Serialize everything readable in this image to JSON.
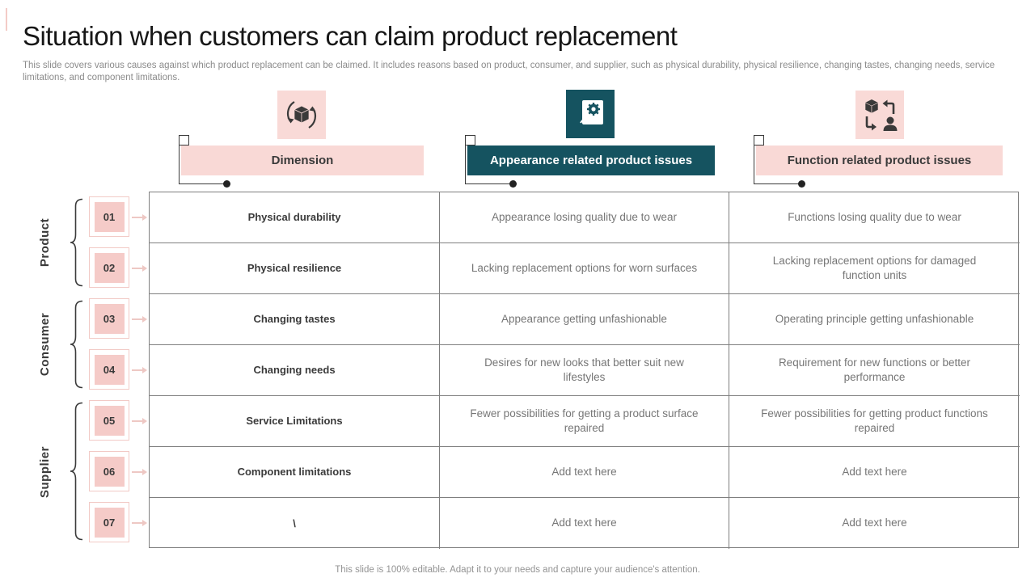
{
  "slide": {
    "title": "Situation when customers can claim product replacement",
    "subtitle": "This slide covers various causes against which product replacement can be claimed. It includes reasons based on product, consumer, and supplier, such as physical durability, physical resilience, changing tastes, changing needs, service limitations, and component limitations.",
    "footer": "This slide is 100% editable. Adapt it to your needs and capture your audience's attention."
  },
  "colors": {
    "pink": "#f9d9d6",
    "pink_badge": "#f5cbc8",
    "teal": "#155360",
    "dark_text": "#3a3a3a",
    "gray_text": "#767676",
    "table_border": "#7f7f7f"
  },
  "columns": [
    {
      "label": "Dimension",
      "style": "pink",
      "icon": "package-cycle-icon"
    },
    {
      "label": "Appearance related product issues",
      "style": "teal",
      "icon": "product-service-gear-icon"
    },
    {
      "label": "Function related product issues",
      "style": "pink",
      "icon": "product-return-user-icon"
    }
  ],
  "groups": [
    {
      "label": "Product"
    },
    {
      "label": "Consumer"
    },
    {
      "label": "Supplier"
    }
  ],
  "rows": [
    {
      "num": "01",
      "dimension": "Physical durability",
      "appearance": "Appearance losing quality due to wear",
      "function": "Functions losing quality due to wear"
    },
    {
      "num": "02",
      "dimension": "Physical resilience",
      "appearance": "Lacking replacement options for worn surfaces",
      "function": "Lacking replacement options for damaged function units"
    },
    {
      "num": "03",
      "dimension": "Changing tastes",
      "appearance": "Appearance getting unfashionable",
      "function": "Operating principle getting  unfashionable"
    },
    {
      "num": "04",
      "dimension": "Changing needs",
      "appearance": "Desires for new looks that better suit new lifestyles",
      "function": "Requirement for new functions or better performance"
    },
    {
      "num": "05",
      "dimension": "Service Limitations",
      "appearance": "Fewer possibilities for getting a product surface repaired",
      "function": "Fewer possibilities for getting product functions repaired"
    },
    {
      "num": "06",
      "dimension": "Component limitations",
      "appearance": "Add text here",
      "function": "Add text here"
    },
    {
      "num": "07",
      "dimension": "\\",
      "appearance": "Add text here",
      "function": "Add text here"
    }
  ]
}
